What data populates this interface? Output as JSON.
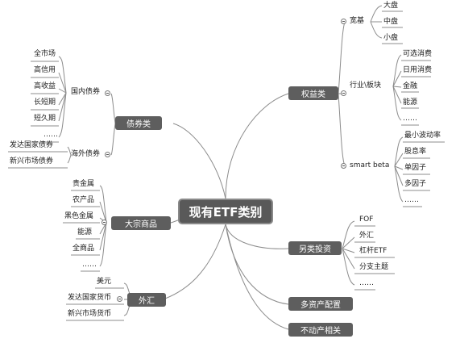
{
  "root": "现有ETF类别",
  "left": {
    "bonds": {
      "label": "债券类",
      "domestic": {
        "label": "国内债券",
        "items": [
          "全市场",
          "高信用",
          "高收益",
          "长短期",
          "短久期",
          "……"
        ]
      },
      "overseas": {
        "label": "海外债券",
        "items": [
          "发达国家债券",
          "新兴市场债券"
        ]
      }
    },
    "commodities": {
      "label": "大宗商品",
      "items": [
        "贵金属",
        "农产品",
        "黑色金属",
        "能源",
        "全商品",
        "……"
      ]
    },
    "fx": {
      "label": "外汇",
      "items": [
        "美元",
        "发达国家货币",
        "新兴市场货币"
      ]
    }
  },
  "right": {
    "equity": {
      "label": "权益类",
      "broad": {
        "label": "宽基",
        "items": [
          "大盘",
          "中盘",
          "小盘"
        ]
      },
      "sector": {
        "label": "行业\\板块",
        "items": [
          "可选消费",
          "日用消费",
          "金融",
          "能源",
          "……"
        ]
      },
      "smartbeta": {
        "label": "smart beta",
        "items": [
          "最小波动率",
          "股息率",
          "单因子",
          "多因子",
          "……"
        ]
      }
    },
    "alternative": {
      "label": "另类投资",
      "items": [
        "FOF",
        "外汇",
        "杠杆ETF",
        "分支主题",
        "……"
      ]
    },
    "multiasset": {
      "label": "多资产配置"
    },
    "realestate": {
      "label": "不动产相关"
    }
  }
}
